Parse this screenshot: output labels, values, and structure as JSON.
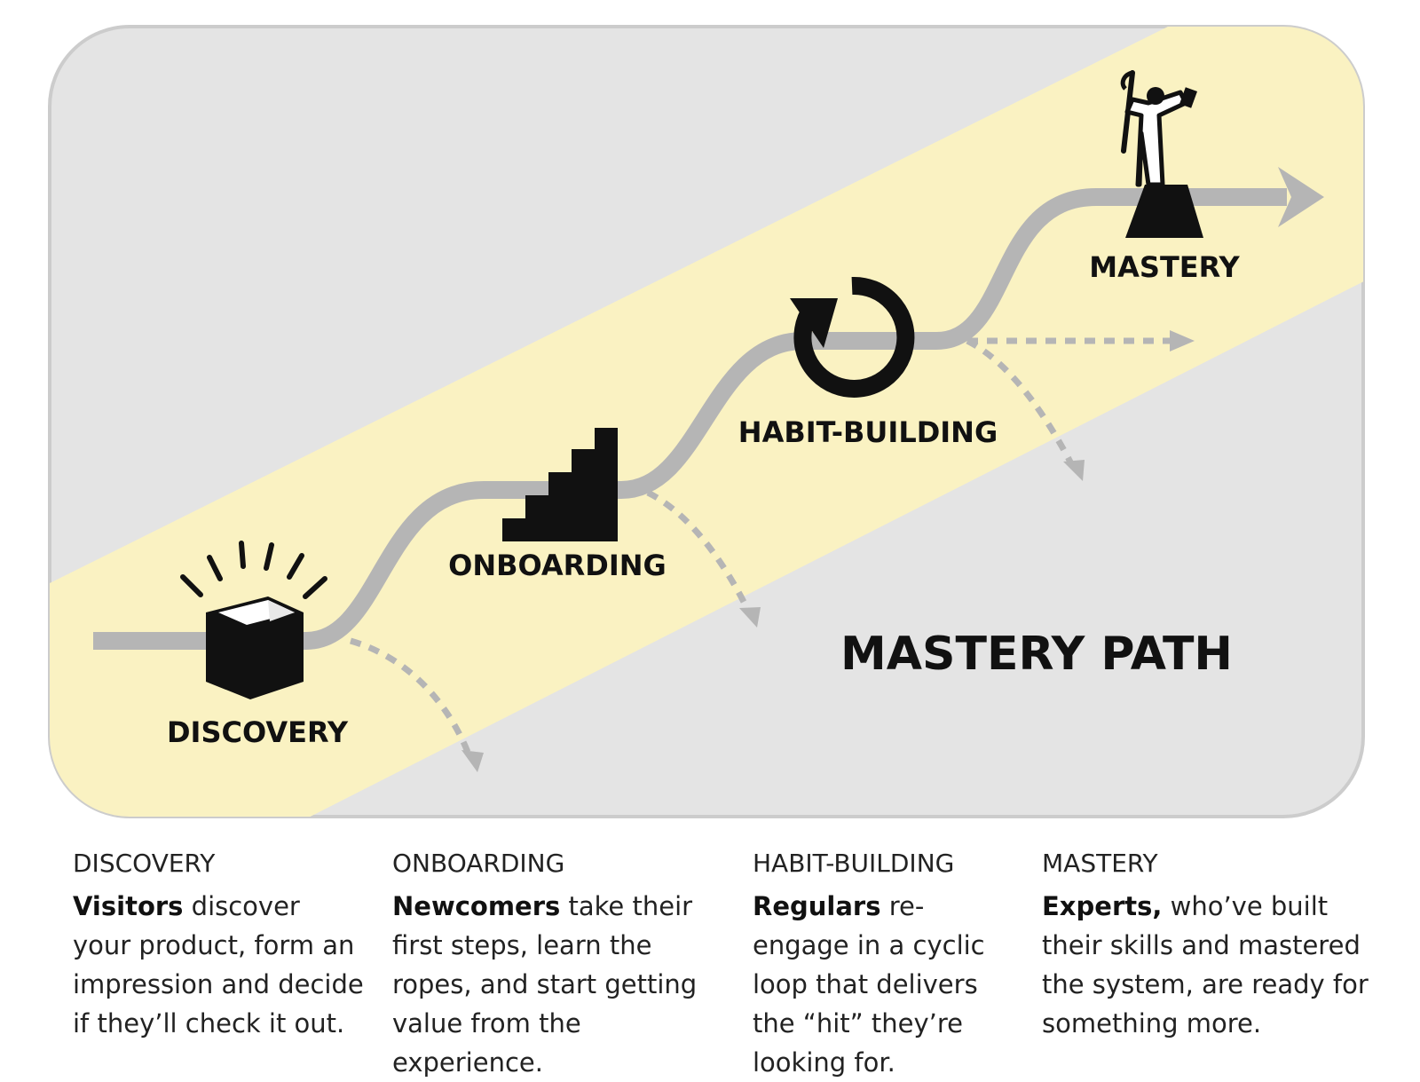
{
  "title": "MASTERY PATH",
  "stages": [
    {
      "name": "DISCOVERY",
      "icon": "open-box-icon",
      "heading": "DISCOVERY",
      "lead": "Visitors",
      "text": " discover your product, form an impression and decide if they’ll check it out."
    },
    {
      "name": "ONBOARDING",
      "icon": "stairs-icon",
      "heading": "ONBOARDING",
      "lead": "Newcomers",
      "text": " take their first steps, learn the ropes, and start getting value from the experience."
    },
    {
      "name": "HABIT-BUILDING",
      "icon": "cycle-arrow-icon",
      "heading": "HABIT-BUILDING",
      "lead": "Regulars",
      "text": " re-engage in a cyclic loop that delivers the “hit” they’re looking for."
    },
    {
      "name": "MASTERY",
      "icon": "wizard-on-pedestal-icon",
      "heading": "MASTERY",
      "lead": "Experts,",
      "text": " who’ve built their skills and mastered the system, are ready for something more."
    }
  ],
  "colors": {
    "panel": "#e4e4e4",
    "band": "#faf2c2",
    "path": "#b5b5b5",
    "ink": "#111111"
  }
}
